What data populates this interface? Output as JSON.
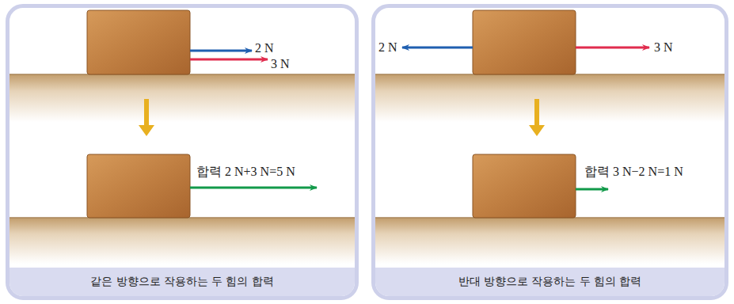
{
  "diagram": {
    "nodes": [
      {
        "text": [
          "같은 방향으로 작용하는 두 힘의 합력"
        ]
      },
      {
        "text": [
          "반대 방향으로 작용하는 두 힘의 합력"
        ]
      }
    ],
    "labels": [
      "2 N",
      "3 N",
      "합력 2 N+3 N=5 N",
      "2 N",
      "3 N",
      "합력 3 N−2 N=1 N"
    ]
  }
}
